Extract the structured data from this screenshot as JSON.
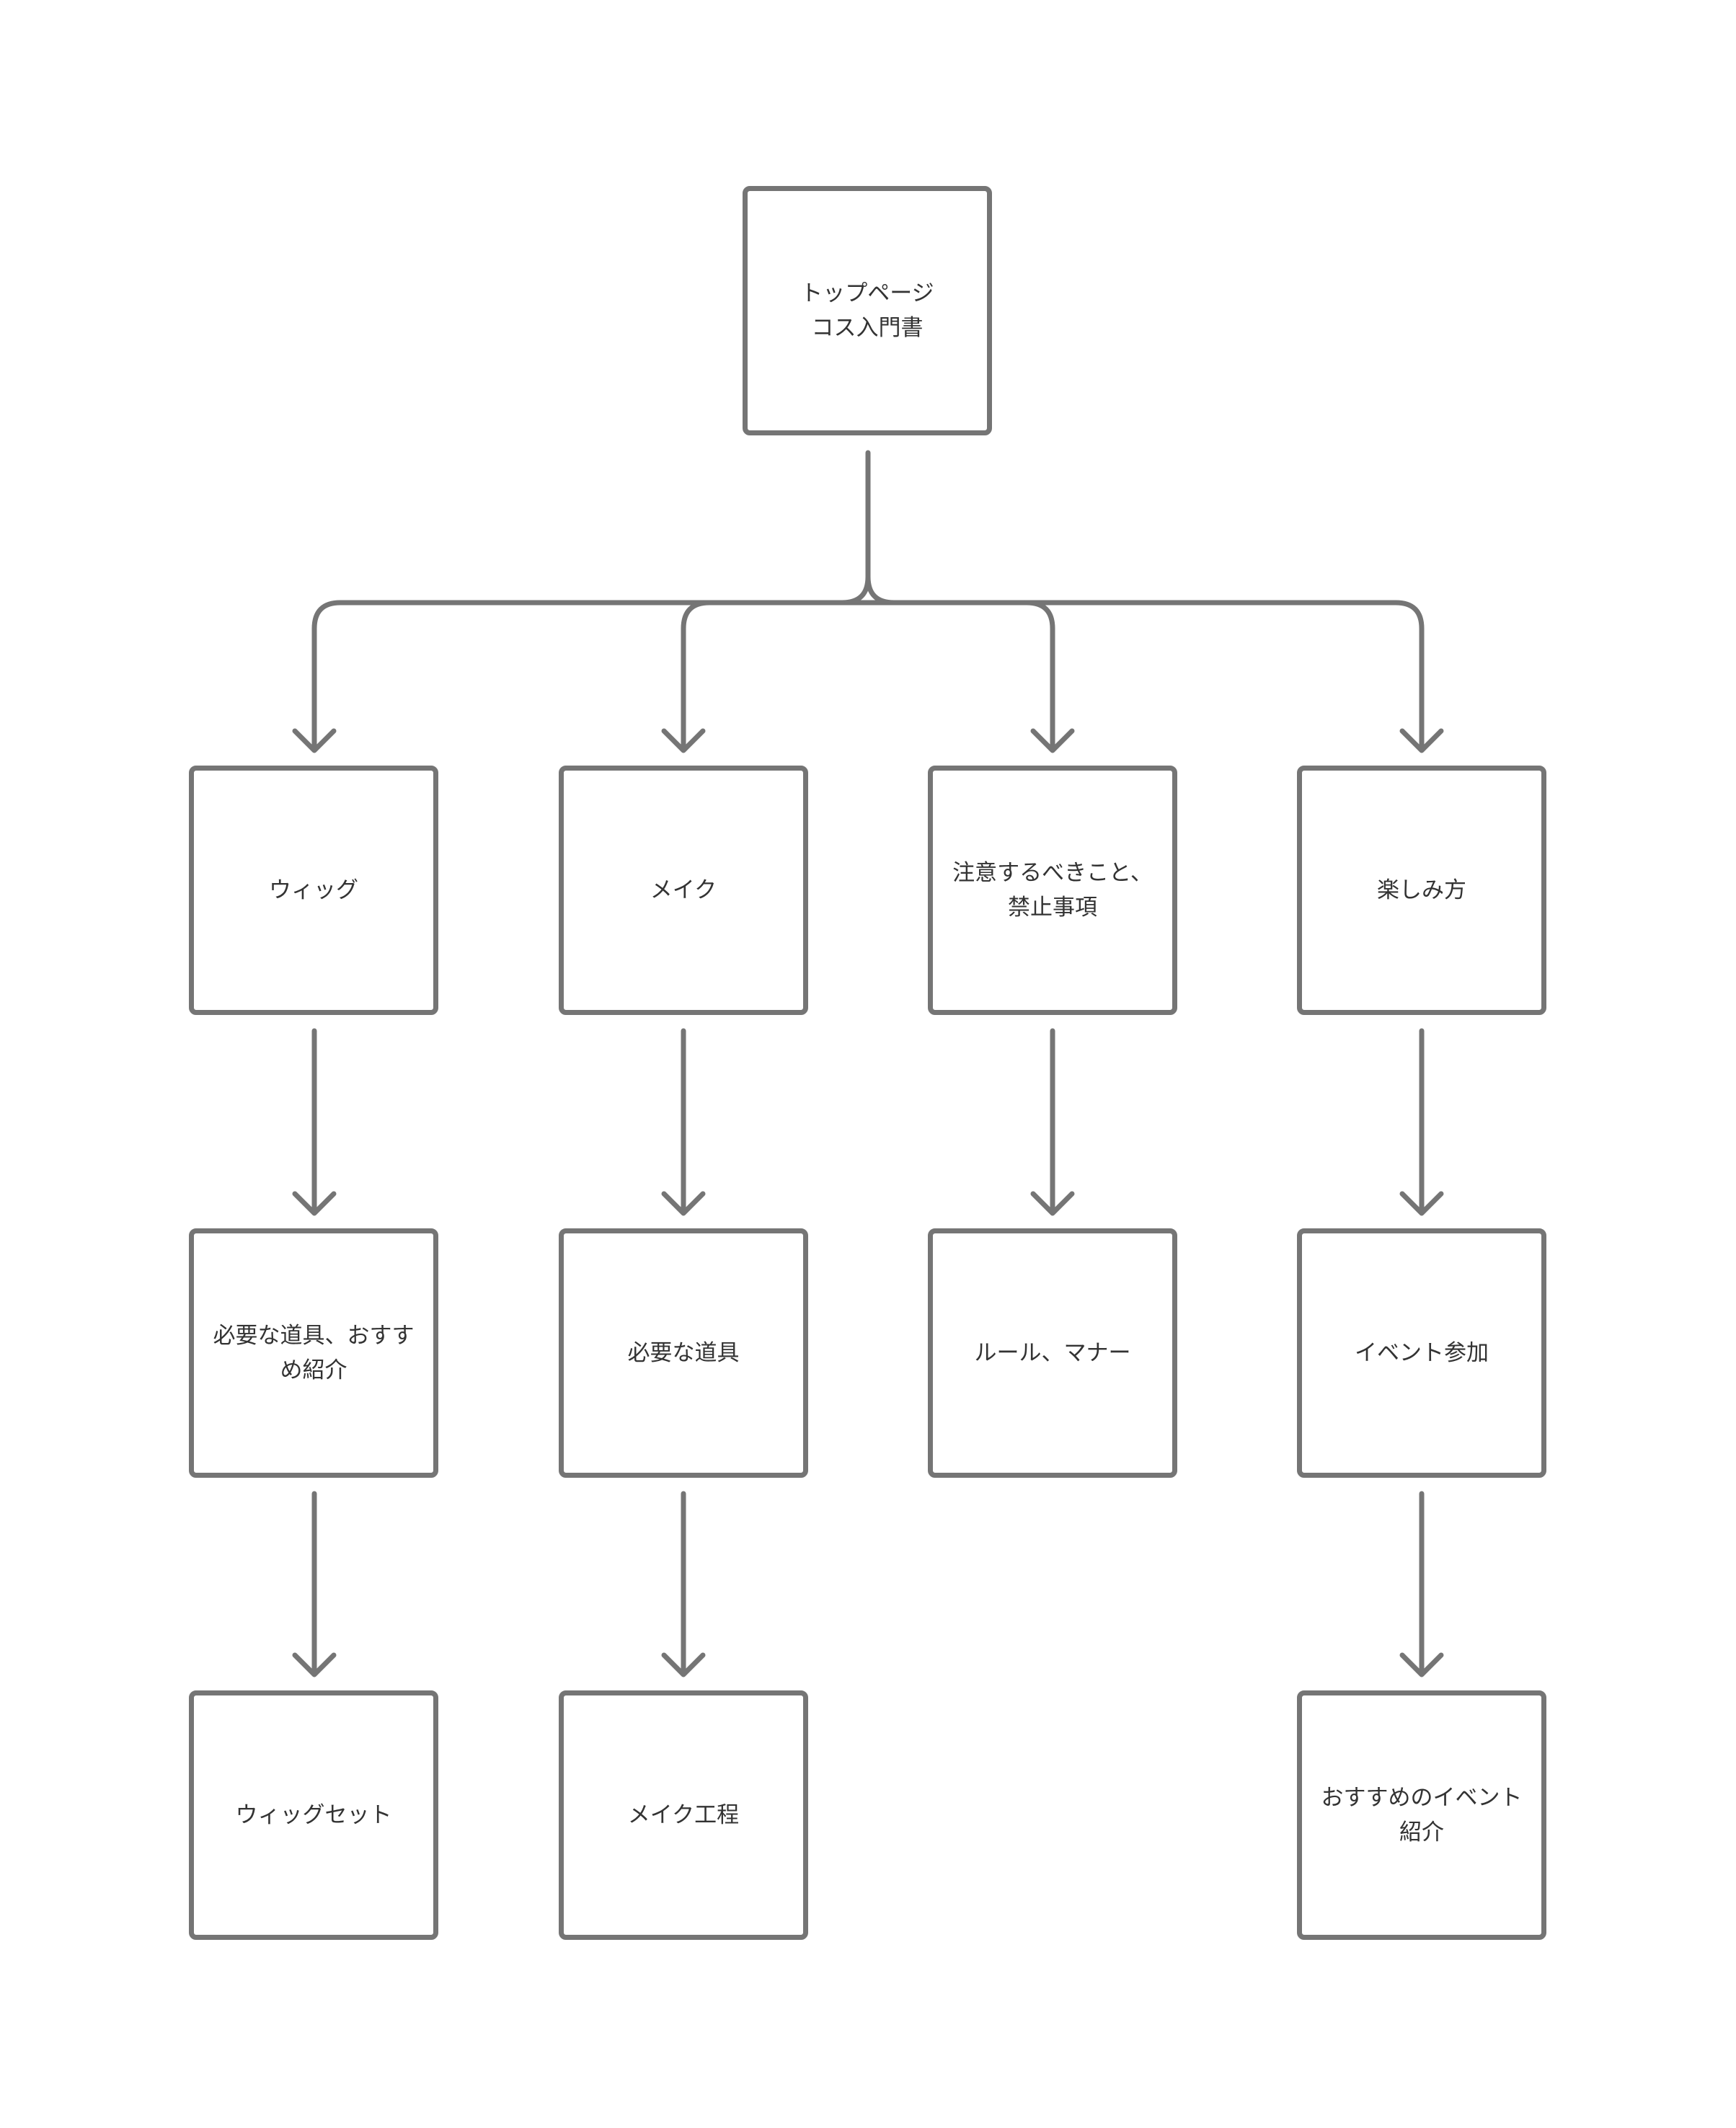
{
  "colors": {
    "stroke": "#757575",
    "text": "#333333",
    "background": "#ffffff"
  },
  "nodes": {
    "top": {
      "label": "トップページ\nコス入門書"
    },
    "wig": {
      "label": "ウィッグ"
    },
    "makeup": {
      "label": "メイク"
    },
    "cautions": {
      "label": "注意するべきこと、\n禁止事項"
    },
    "enjoy": {
      "label": "楽しみ方"
    },
    "wig_tools": {
      "label": "必要な道具、おすすめ紹介"
    },
    "makeup_tools": {
      "label": "必要な道具"
    },
    "rules": {
      "label": "ルール、マナー"
    },
    "events": {
      "label": "イベント参加"
    },
    "wig_set": {
      "label": "ウィッグセット"
    },
    "makeup_process": {
      "label": "メイク工程"
    },
    "recommended_events": {
      "label": "おすすめのイベント\n紹介"
    }
  },
  "edges": [
    {
      "from": "top",
      "to": "wig"
    },
    {
      "from": "top",
      "to": "makeup"
    },
    {
      "from": "top",
      "to": "cautions"
    },
    {
      "from": "top",
      "to": "enjoy"
    },
    {
      "from": "wig",
      "to": "wig_tools"
    },
    {
      "from": "wig_tools",
      "to": "wig_set"
    },
    {
      "from": "makeup",
      "to": "makeup_tools"
    },
    {
      "from": "makeup_tools",
      "to": "makeup_process"
    },
    {
      "from": "cautions",
      "to": "rules"
    },
    {
      "from": "enjoy",
      "to": "events"
    },
    {
      "from": "events",
      "to": "recommended_events"
    }
  ]
}
